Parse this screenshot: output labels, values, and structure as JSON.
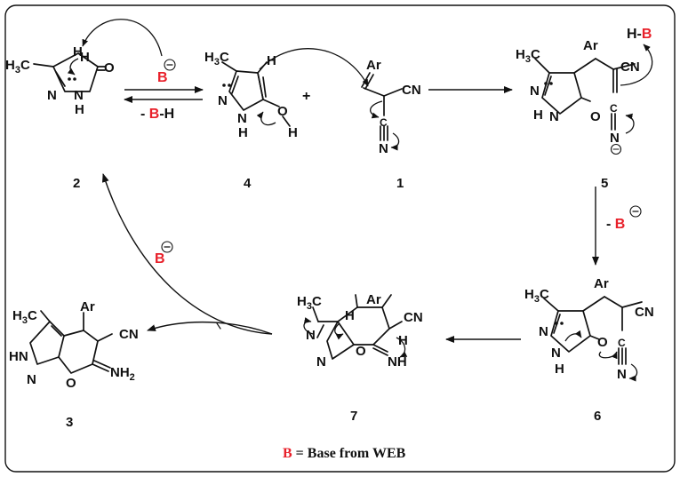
{
  "colors": {
    "base": "#e8202a",
    "ink": "#111111",
    "frame": "#111111",
    "background": "#ffffff"
  },
  "compounds": {
    "c2": {
      "number": "2",
      "ch3": "H3C",
      "H": "H",
      "O": "O",
      "N1": "N",
      "NH": "N",
      "H_nh": "H"
    },
    "c4": {
      "number": "4",
      "ch3": "H3C",
      "H": "H",
      "N1": "N",
      "NH": "N",
      "H_nh": "H",
      "O": "O",
      "H_oh": "H"
    },
    "c1": {
      "number": "1",
      "ar": "Ar",
      "cn": "CN",
      "c": "C",
      "n": "N"
    },
    "c5": {
      "number": "5",
      "ch3": "H3C",
      "ar": "Ar",
      "cn": "CN",
      "N1": "N",
      "NH": "N",
      "H_nh": "H",
      "O": "O",
      "c": "C",
      "n": "N"
    },
    "c6": {
      "number": "6",
      "ch3": "H3C",
      "ar": "Ar",
      "cn": "CN",
      "N1": "N",
      "NH": "N",
      "H_nh": "H",
      "O": "O",
      "c": "C",
      "n": "N"
    },
    "c7": {
      "number": "7",
      "ch3": "H3C",
      "ar": "Ar",
      "cn": "CN",
      "H1": "H",
      "H2": "H",
      "N1": "N",
      "N2": "N",
      "O": "O",
      "NH": "NH"
    },
    "c3": {
      "number": "3",
      "ch3": "H3C",
      "ar": "Ar",
      "cn": "CN",
      "HN": "HN",
      "N": "N",
      "O": "O",
      "NH2": "NH2"
    }
  },
  "reagents": {
    "base_a": "B",
    "minus_bh_pre": "- ",
    "minus_bh_b": "B",
    "minus_bh_post": "-H",
    "plus": "+",
    "hb_h": "H-",
    "hb_b": "B",
    "minus_b_pre": "- ",
    "minus_b_b": "B",
    "base_b": "B"
  },
  "legend": {
    "b": "B",
    "text": " = Base from WEB"
  }
}
